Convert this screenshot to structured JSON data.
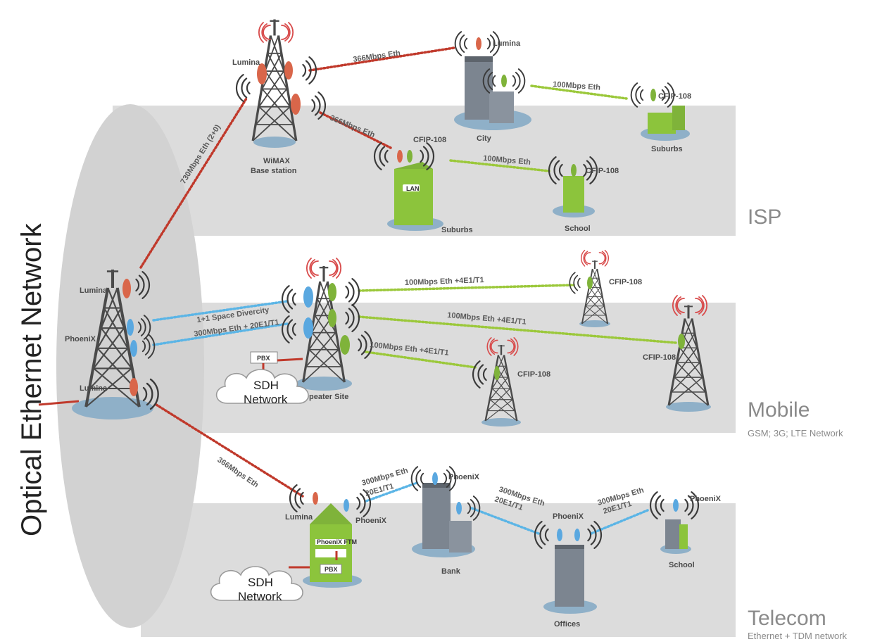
{
  "title": "Optical Ethernet Network",
  "bands": {
    "isp": {
      "title": "ISP",
      "subtitle": ""
    },
    "mobile": {
      "title": "Mobile",
      "subtitle": "GSM; 3G; LTE Network"
    },
    "telecom": {
      "title": "Telecom",
      "subtitle": "Ethernet + TDM network"
    }
  },
  "core_tower": {
    "labels": [
      "Lumina",
      "PhoeniX",
      "Lumina"
    ]
  },
  "isp": {
    "wimax_tower_label": "Lumina",
    "wimax_caption_1": "WiMAX",
    "wimax_caption_2": "Base station",
    "link_core_wimax": "730Mbps Eth (2+0)",
    "link_wimax_city": "366Mbps Eth",
    "link_wimax_suburbs": "366Mbps Eth",
    "city_device": "Lumina",
    "city_caption": "City",
    "link_city_suburbs": "100Mbps Eth",
    "suburbs_far_device": "CFIP-108",
    "suburbs_far_caption": "Suburbs",
    "suburbs_device": "CFIP-108",
    "suburbs_lan": "LAN",
    "suburbs_caption": "Suburbs",
    "link_suburbs_school": "100Mbps Eth",
    "school_device": "CFIP-108",
    "school_caption": "School"
  },
  "mobile": {
    "link_core_repeater_1": "1+1 Space Divercity",
    "link_core_repeater_2": "300Mbps Eth + 20E1/T1",
    "pbx": "PBX",
    "cloud_1": "SDH",
    "cloud_2": "Network",
    "repeater_caption": "Repeater Site",
    "link_top": "100Mbps Eth +4E1/T1",
    "link_mid": "100Mbps Eth +4E1/T1",
    "link_low": "100Mbps Eth +4E1/T1",
    "tower_a_device": "CFIP-108",
    "tower_b_device": "CFIP-108",
    "tower_c_device": "CFIP-108"
  },
  "telecom": {
    "link_core_exchange": "366Mbps Eth",
    "exchange_left_device": "Lumina",
    "exchange_right_device": "PhoeniX",
    "exchange_pbx": "PBX",
    "exchange_sign": "PhoeniX FTM",
    "cloud_1": "SDH",
    "cloud_2": "Network",
    "link_exchange_bank_1": "300Mbps Eth",
    "link_exchange_bank_2": "20E1/T1",
    "bank_device": "PhoeniX",
    "bank_caption": "Bank",
    "link_bank_offices_1": "300Mbps Eth",
    "link_bank_offices_2": "20E1/T1",
    "offices_device": "PhoeniX",
    "offices_caption": "Offices",
    "link_offices_school_1": "300Mbps Eth",
    "link_offices_school_2": "20E1/T1",
    "school_device": "PhoeniX",
    "school_caption": "School"
  },
  "colors": {
    "band": "#dcdcdc",
    "ellipse": "#d2d2d2",
    "red_link": "#c0392b",
    "green_link": "#9bc83a",
    "blue_link": "#5bb5e6",
    "building_green": "#8cc43c",
    "building_gray": "#7c8590",
    "lumina_dish": "#d9664a",
    "cfip_dish": "#7fb33a",
    "phoenix_dish": "#5aa8e0"
  }
}
